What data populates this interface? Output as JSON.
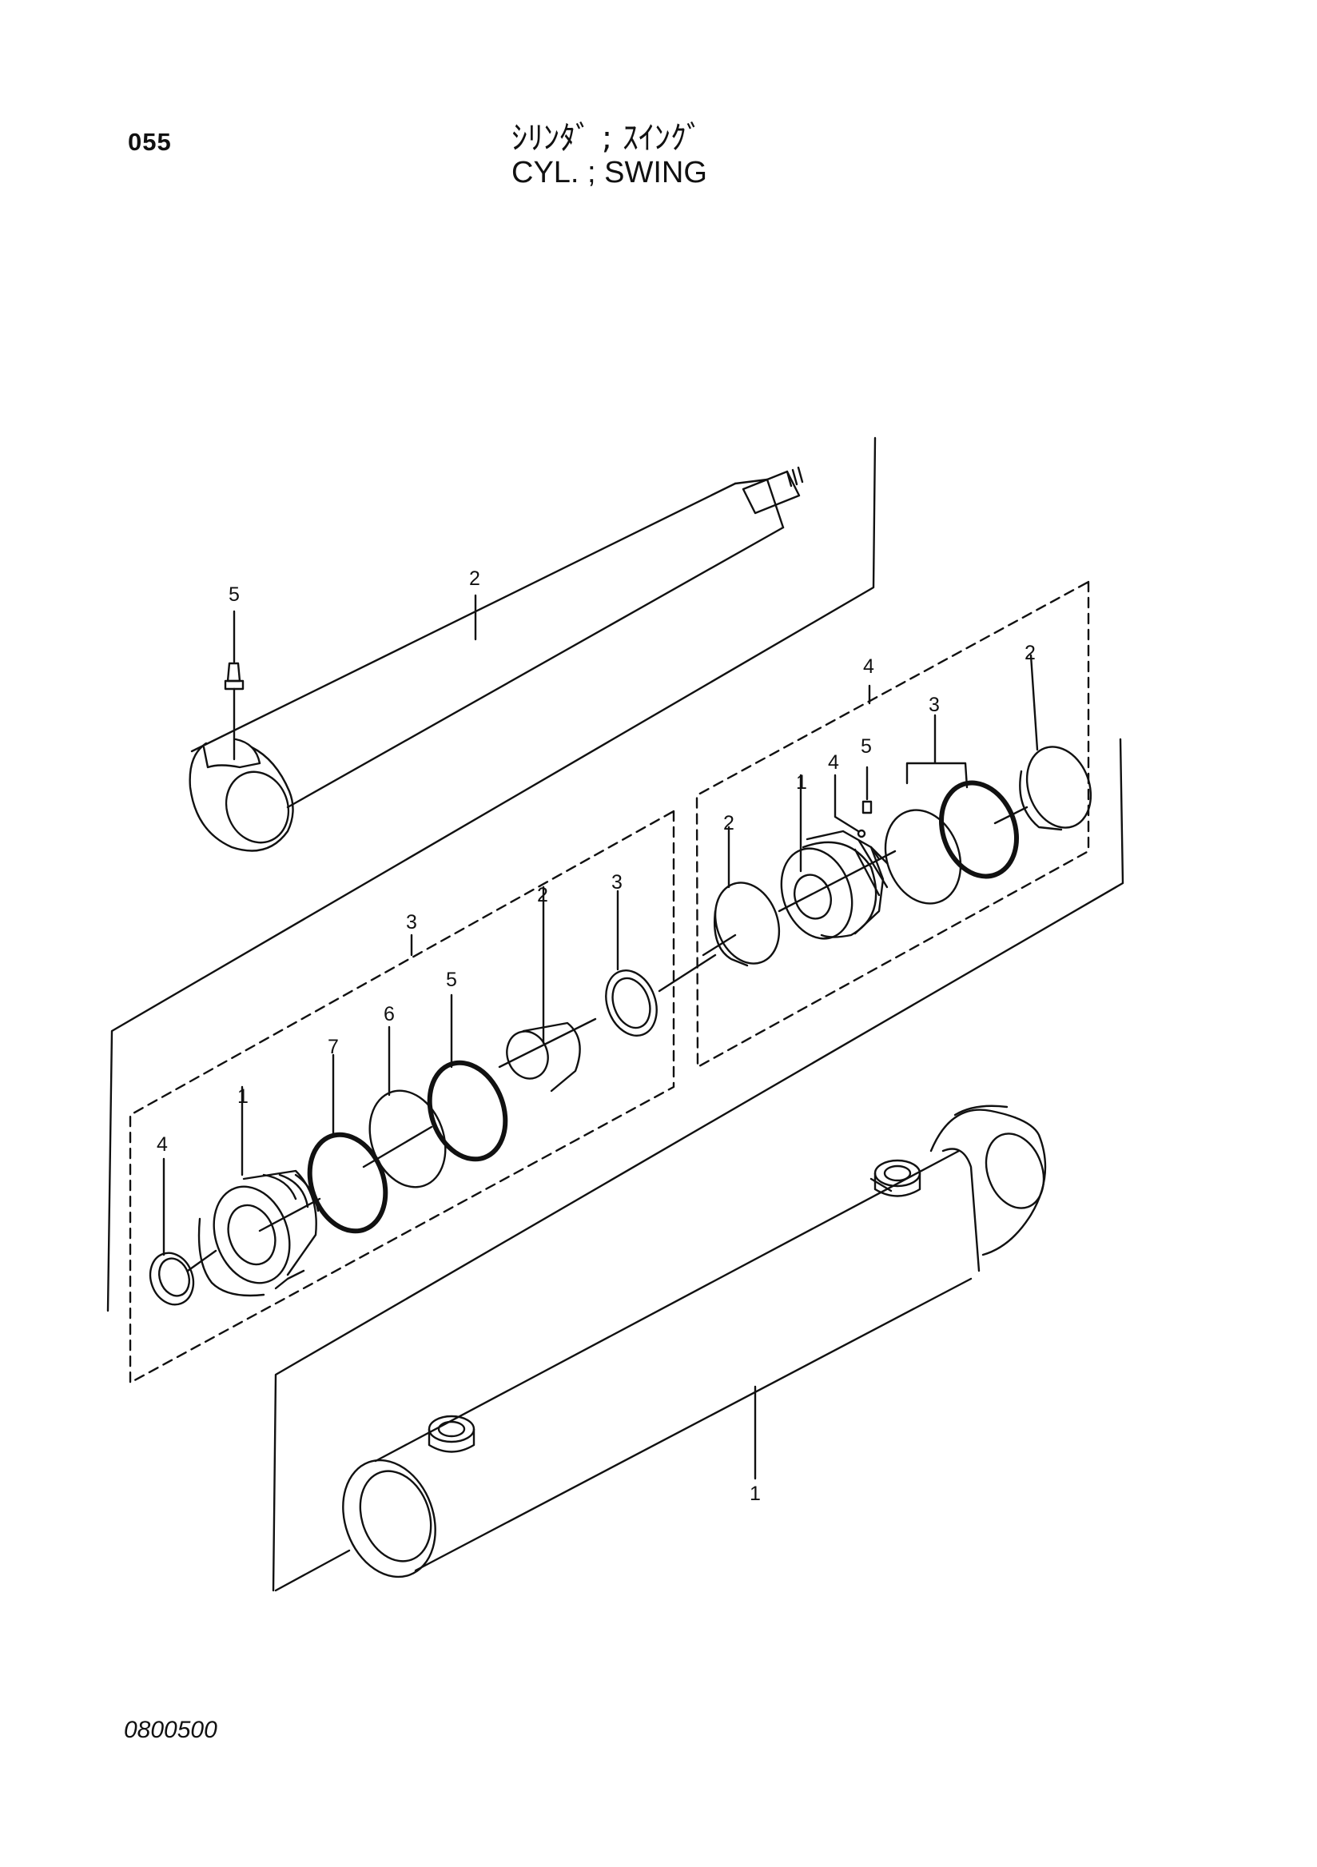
{
  "header": {
    "page_number": "055",
    "title_jp": "ｼﾘﾝﾀﾞ ; ｽｲﾝｸﾞ",
    "title_en": "CYL. ; SWING"
  },
  "footer": {
    "drawing_number": "0800500"
  },
  "callouts": {
    "rod": "2",
    "rod_grease_nipple": "5",
    "piston_group": "4",
    "piston_group_ring": "2",
    "piston_group_seal": "3",
    "piston_group_nipple": "5",
    "piston_group_ball": "4",
    "piston_group_piston": "1",
    "piston_group_wear_ring": "2",
    "head_group": "3",
    "head_group_seal": "3",
    "head_group_bushing": "2",
    "head_group_oring": "5",
    "head_group_backup_ring": "6",
    "head_group_oring_large": "7",
    "head_group_head": "1",
    "head_group_wiper": "4",
    "tube": "1"
  }
}
